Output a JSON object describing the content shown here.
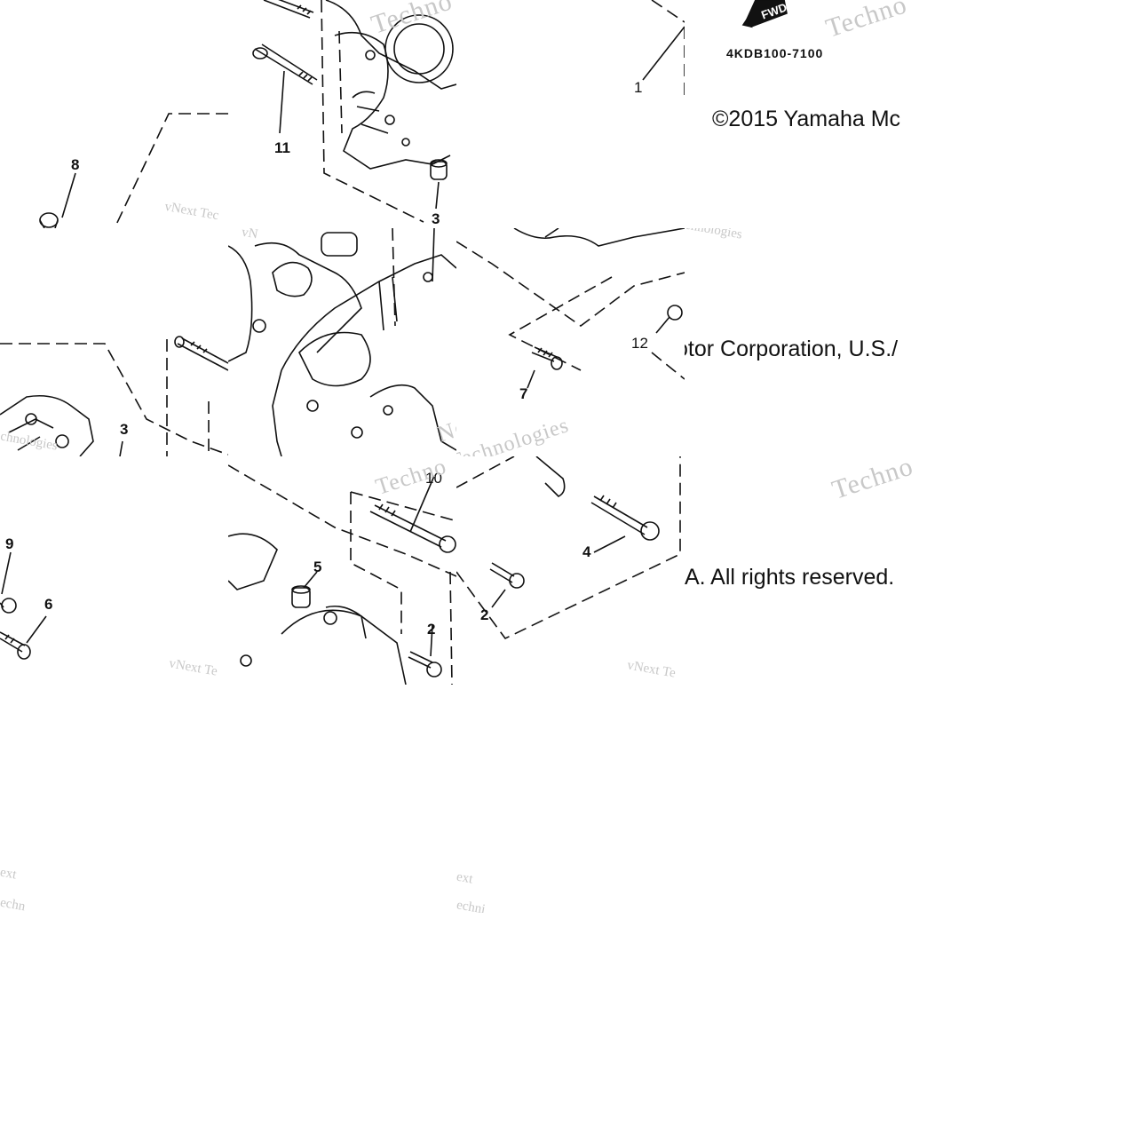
{
  "diagram": {
    "part_number": "4KDB100-7100",
    "fwd_label": "FWD",
    "copyright": {
      "part1": "©2015 Yamaha Mc",
      "part2": "otor Corporation, U.S./",
      "part3": "A. All rights reserved."
    },
    "callouts": {
      "c1": "1",
      "c2a": "2",
      "c2b": "2",
      "c3a": "3",
      "c3b": "3",
      "c4": "4",
      "c5": "5",
      "c6": "6",
      "c7": "7",
      "c8": "8",
      "c9": "9",
      "c10": "10",
      "c11": "11",
      "c12": "12"
    },
    "watermarks": {
      "techno": "Techno",
      "technologies": "Technologies",
      "vnext": "vNext Tec",
      "vnext2": "vNext Te",
      "next": "Next",
      "ext": "ext",
      "echn": "echn",
      "echni": "echni",
      "nologies": "chnologies",
      "vn": "vN"
    }
  }
}
